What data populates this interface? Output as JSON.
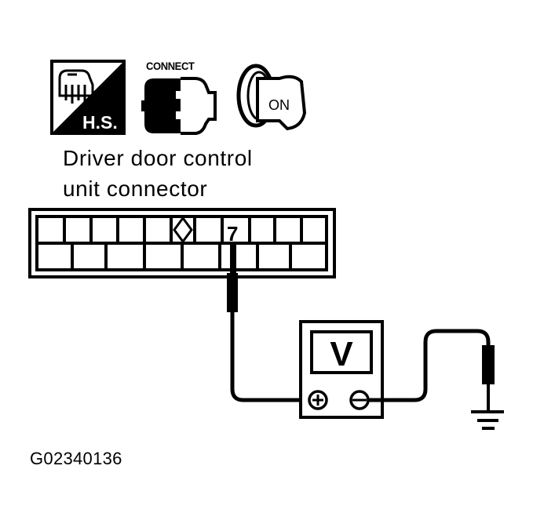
{
  "icons": {
    "harness_sensor": {
      "label": "H.S.",
      "name": "harness-sensor-icon"
    },
    "connect": {
      "label": "CONNECT",
      "name": "connect-icon"
    },
    "ignition": {
      "label": "ON",
      "name": "ignition-key-on-icon"
    }
  },
  "title": {
    "line1": "Driver door control",
    "line2": "unit connector"
  },
  "connector": {
    "top_row_cells": 11,
    "bottom_row_cells": 8,
    "keyed_cell_index": 5,
    "terminal_label": "7"
  },
  "meter": {
    "display": "V",
    "positive_terminal": "+",
    "negative_terminal": "−"
  },
  "ground": {
    "symbol": "ground"
  },
  "figure_id": "G02340136",
  "colors": {
    "ink": "#000000",
    "paper": "#ffffff"
  }
}
